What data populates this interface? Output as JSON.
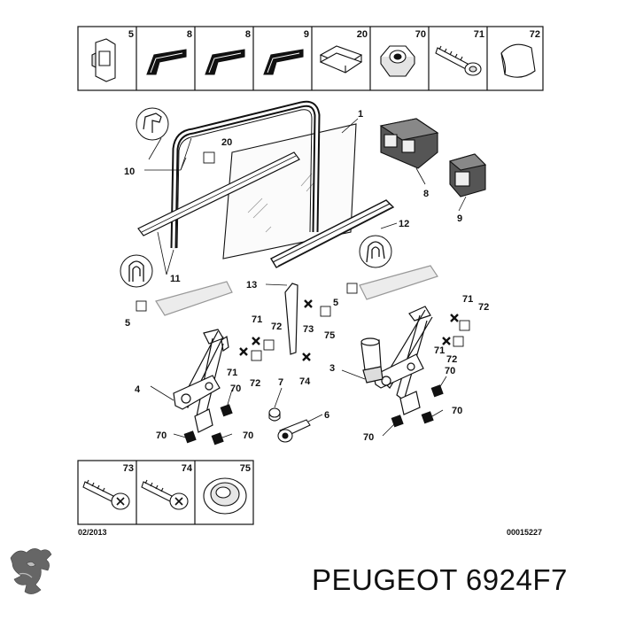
{
  "top_strip": [
    "5",
    "8",
    "8",
    "9",
    "20",
    "70",
    "71",
    "72"
  ],
  "bottom_strip": [
    "73",
    "74",
    "75"
  ],
  "callouts": {
    "c1": "1",
    "c8": "8",
    "c9": "9",
    "c10": "10",
    "c20": "20",
    "c12": "12",
    "c11": "11",
    "c13": "13",
    "c5a": "5",
    "c5b": "5",
    "c71a": "71",
    "c72a": "72",
    "c71b": "71",
    "c72b": "72",
    "c73": "73",
    "c75": "75",
    "c74": "74",
    "c7": "7",
    "c6": "6",
    "c4": "4",
    "c3": "3",
    "c70a": "70",
    "c70b": "70",
    "c70c": "70",
    "c70d": "70",
    "c70e": "70",
    "c70f": "70",
    "c71c": "71",
    "c72c": "72",
    "c71d": "71",
    "c72d": "72"
  },
  "footer": {
    "date": "02/2013",
    "code": "00015227"
  },
  "brand": {
    "text": "PEUGEOT 6924F7"
  },
  "colors": {
    "ink": "#111111",
    "glass": "#d8d8d8",
    "block": "#000000"
  }
}
